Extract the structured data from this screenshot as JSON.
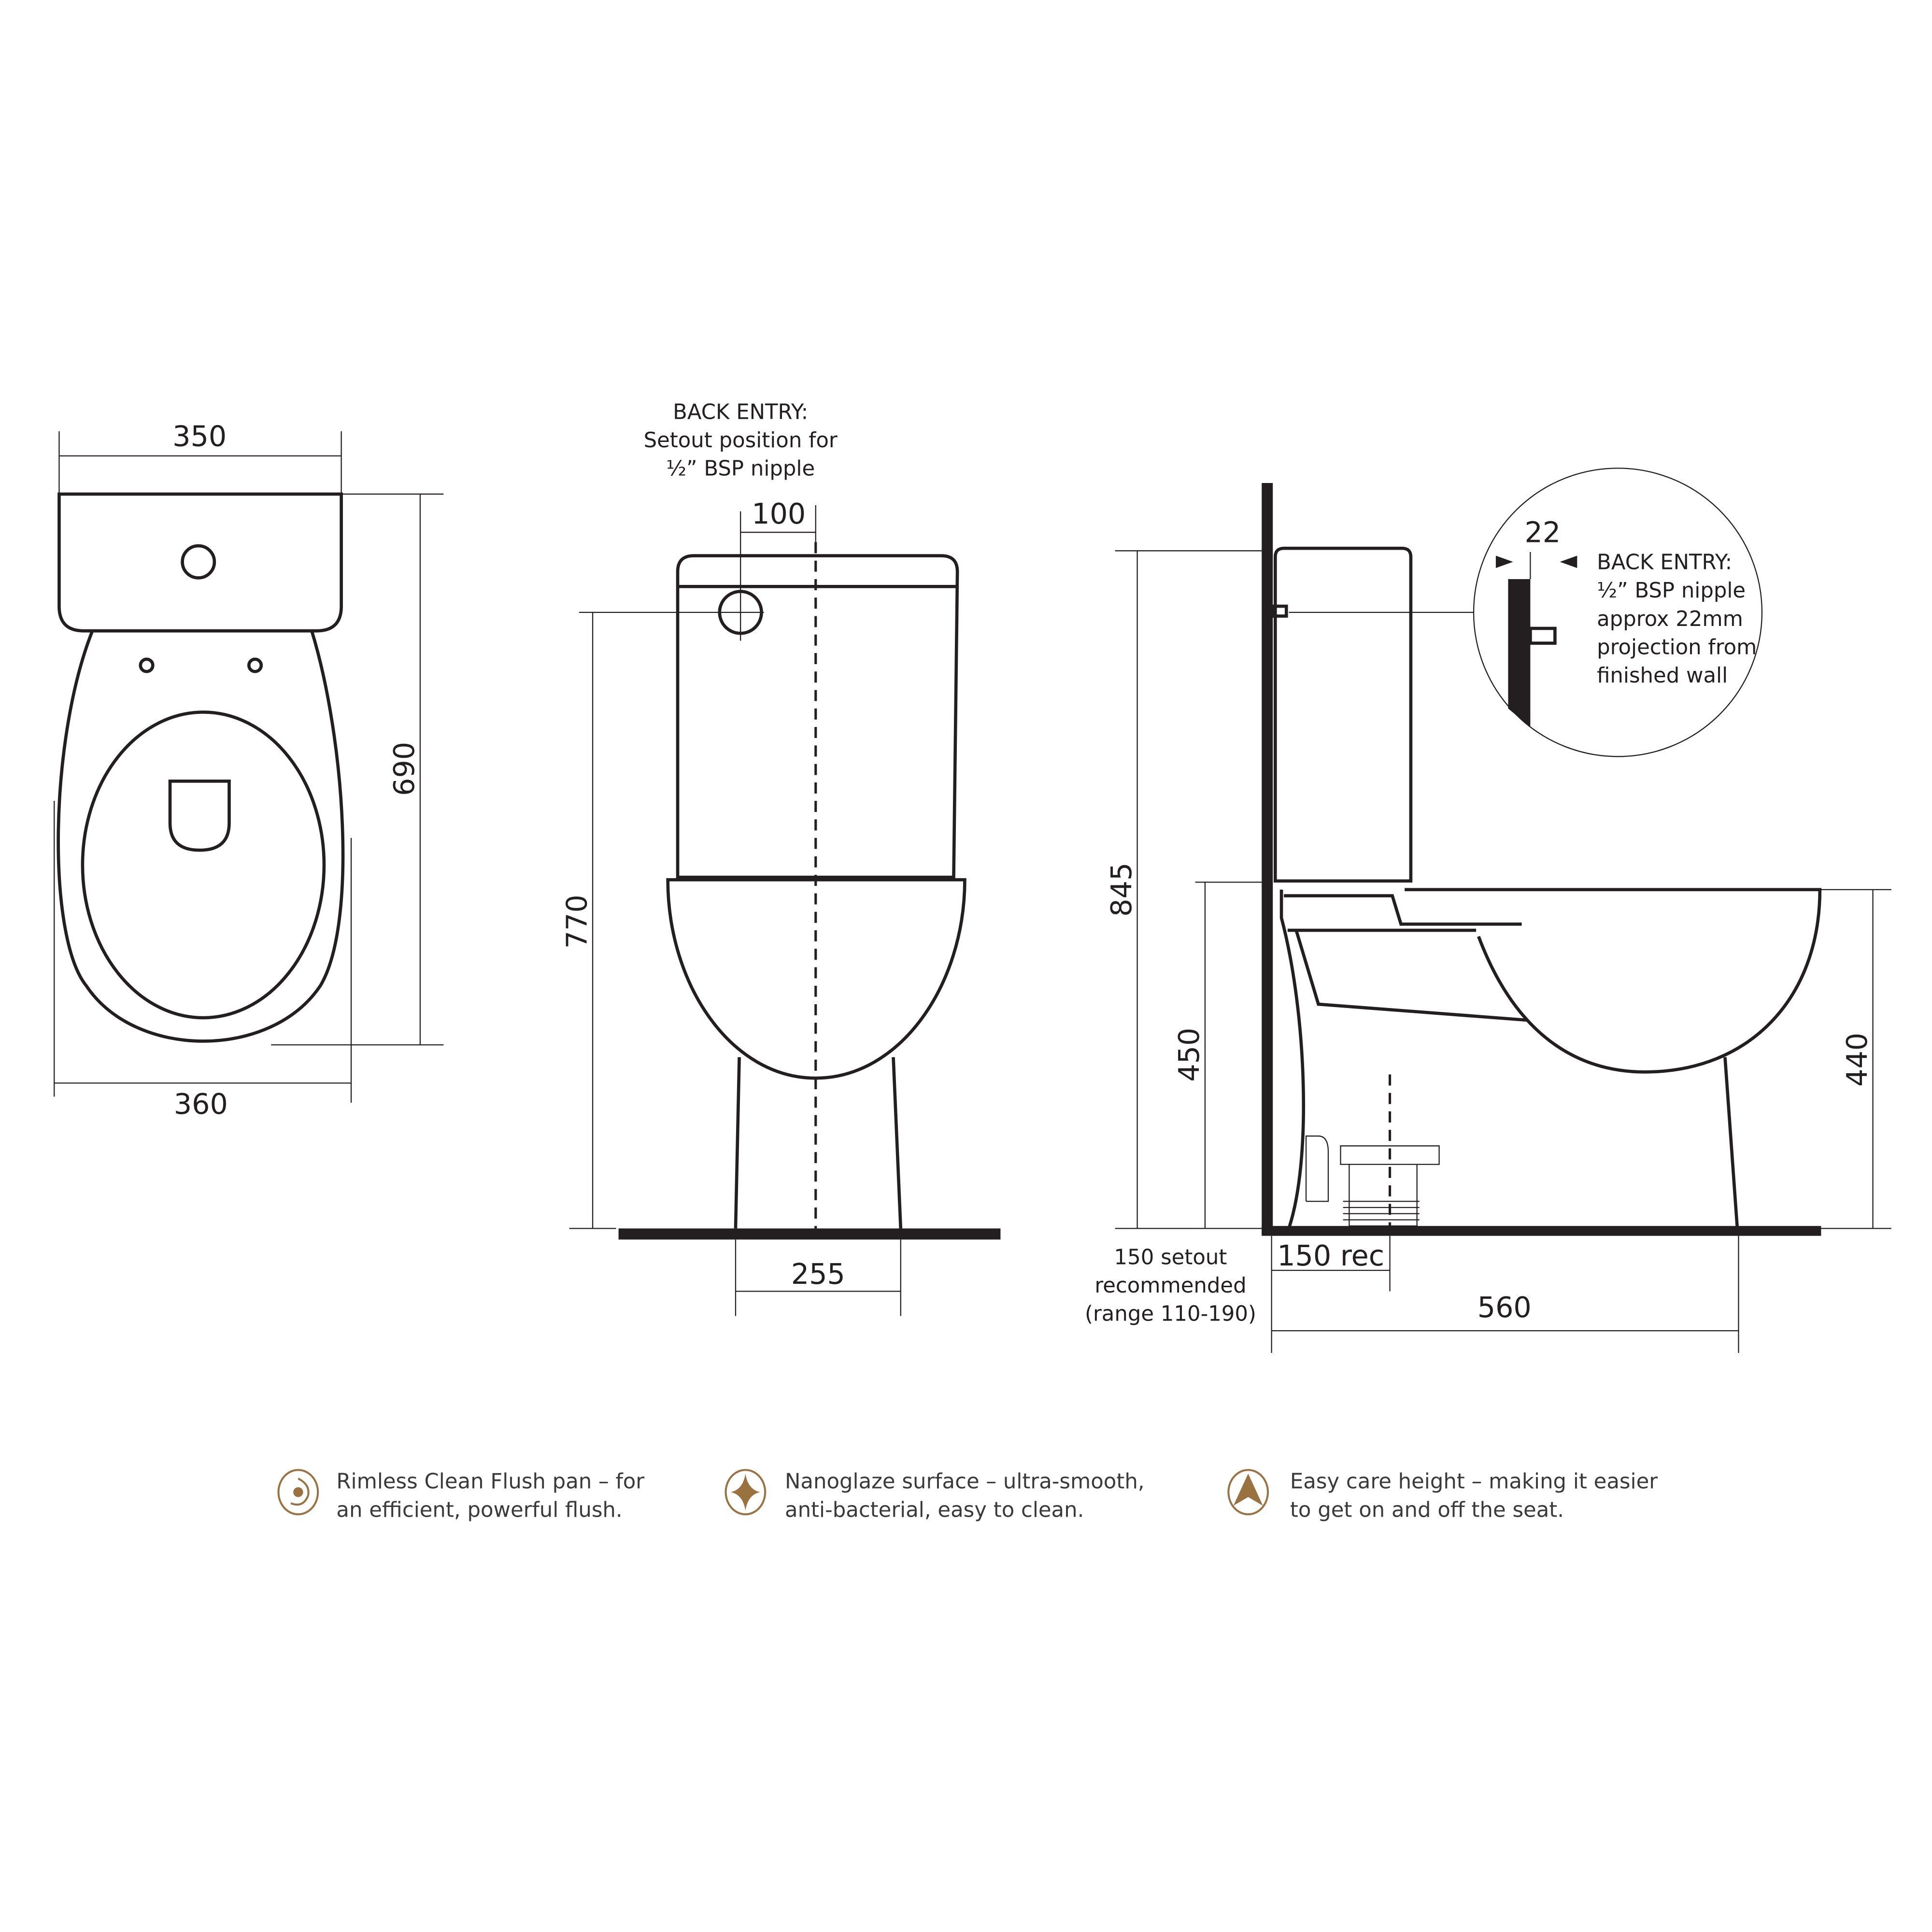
{
  "top_view": {
    "dim_tank_width": "350",
    "dim_length": "690",
    "dim_bowl_width": "360"
  },
  "front_view": {
    "note_lines": [
      "BACK ENTRY:",
      "Setout position for",
      "½” BSP nipple"
    ],
    "dim_offset": "100",
    "dim_height": "770",
    "dim_base": "255"
  },
  "side_view": {
    "dim_total_height": "845",
    "dim_seat_height": "450",
    "dim_rim_height": "440",
    "dim_depth": "560",
    "dim_setout": "150 rec",
    "setout_note": [
      "150 setout",
      "recommended",
      "(range 110-190)"
    ],
    "detail": {
      "dim": "22",
      "note_lines": [
        "BACK ENTRY:",
        "½” BSP nipple",
        "approx 22mm",
        "projection from",
        "finished wall"
      ]
    }
  },
  "features": [
    {
      "icon": "swirl-icon",
      "lines": [
        "Rimless Clean Flush pan – for",
        "an efficient, powerful flush."
      ]
    },
    {
      "icon": "sparkle-icon",
      "lines": [
        "Nanoglaze surface – ultra-smooth,",
        "anti-bacterial, easy to clean."
      ]
    },
    {
      "icon": "height-arrow-icon",
      "lines": [
        "Easy care height – making it easier",
        "to get on and off the seat."
      ]
    }
  ],
  "colors": {
    "line": "#231f20",
    "accent_gold": "#9a7240",
    "text": "#3a3a3a"
  }
}
